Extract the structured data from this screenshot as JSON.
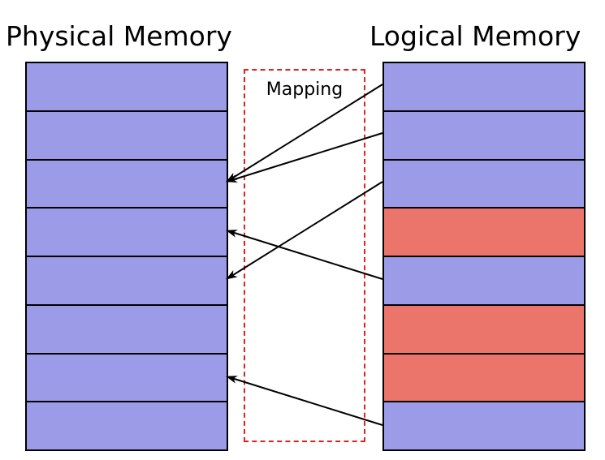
{
  "physical_memory": {
    "title": "Physical Memory",
    "fill_color": "#9b9be8",
    "frames": [
      {
        "index": 0
      },
      {
        "index": 1
      },
      {
        "index": 2
      },
      {
        "index": 3
      },
      {
        "index": 4
      },
      {
        "index": 5
      },
      {
        "index": 6
      },
      {
        "index": 7
      }
    ]
  },
  "logical_memory": {
    "title": "Logical Memory",
    "mapped_color": "#9b9be8",
    "unmapped_color": "#eb756b",
    "pages": [
      {
        "index": 0,
        "mapped": true
      },
      {
        "index": 1,
        "mapped": true
      },
      {
        "index": 2,
        "mapped": true
      },
      {
        "index": 3,
        "mapped": false
      },
      {
        "index": 4,
        "mapped": true
      },
      {
        "index": 5,
        "mapped": false
      },
      {
        "index": 6,
        "mapped": false
      },
      {
        "index": 7,
        "mapped": true
      }
    ]
  },
  "mapping": {
    "label": "Mapping",
    "border_color": "#dd2222",
    "arrows": [
      {
        "from_page": 0,
        "to_frame": 2
      },
      {
        "from_page": 1,
        "to_frame": 2
      },
      {
        "from_page": 2,
        "to_frame": 4
      },
      {
        "from_page": 4,
        "to_frame": 3
      },
      {
        "from_page": 7,
        "to_frame": 6
      }
    ]
  }
}
